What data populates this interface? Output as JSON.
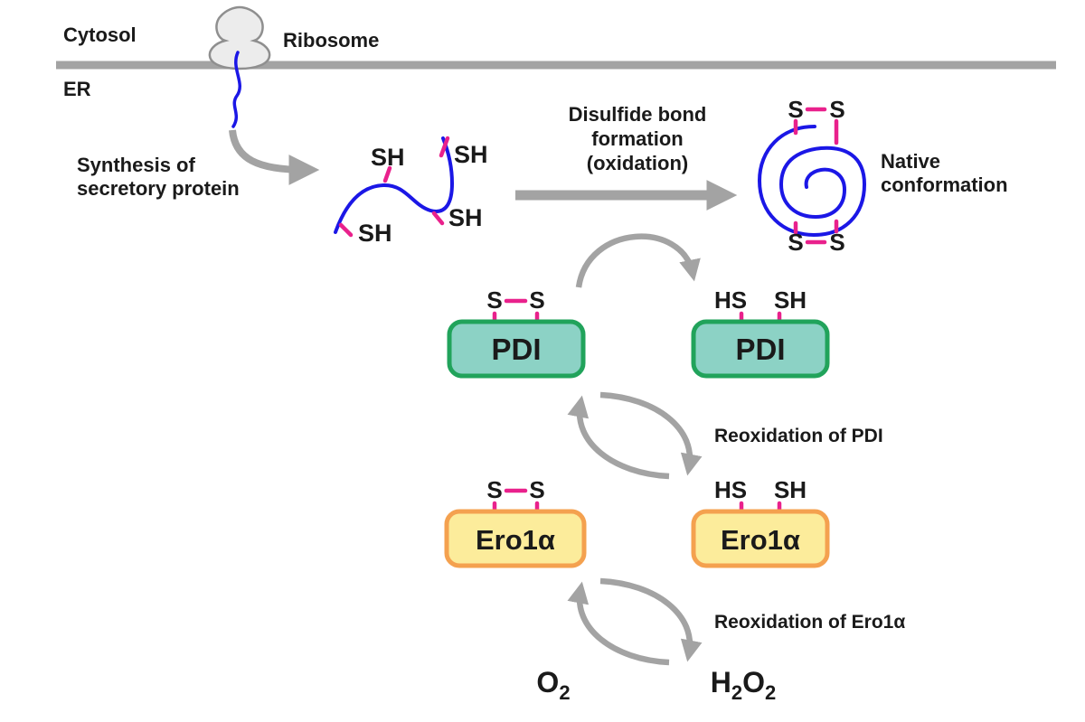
{
  "colors": {
    "membrane_gray": "#a3a3a3",
    "protein_blue": "#1b17e6",
    "thiol_pink": "#e9218c",
    "pdi_fill": "#8cd2c5",
    "pdi_border": "#21a35b",
    "ero1a_fill": "#fcec9b",
    "ero1a_border": "#f4a14f",
    "text_black": "#1a1a1a"
  },
  "labels": {
    "cytosol": "Cytosol",
    "er": "ER",
    "ribosome": "Ribosome",
    "synthesis_line1": "Synthesis of",
    "synthesis_line2": "secretory protein",
    "disulfide_line1": "Disulfide bond",
    "disulfide_line2": "formation",
    "disulfide_line3": "(oxidation)",
    "native_line1": "Native",
    "native_line2": "conformation",
    "reoxidation_pdi": "Reoxidation of PDI",
    "reoxidation_ero1a": "Reoxidation of Ero1α"
  },
  "molecules": {
    "pdi": "PDI",
    "ero1a": "Ero1α",
    "o2": {
      "base": "O",
      "sub": "2"
    },
    "h2o2": {
      "h": "H",
      "sub1": "2",
      "o": "O",
      "sub2": "2"
    }
  },
  "chem": {
    "s": "S",
    "sh": "SH",
    "hs": "HS"
  }
}
